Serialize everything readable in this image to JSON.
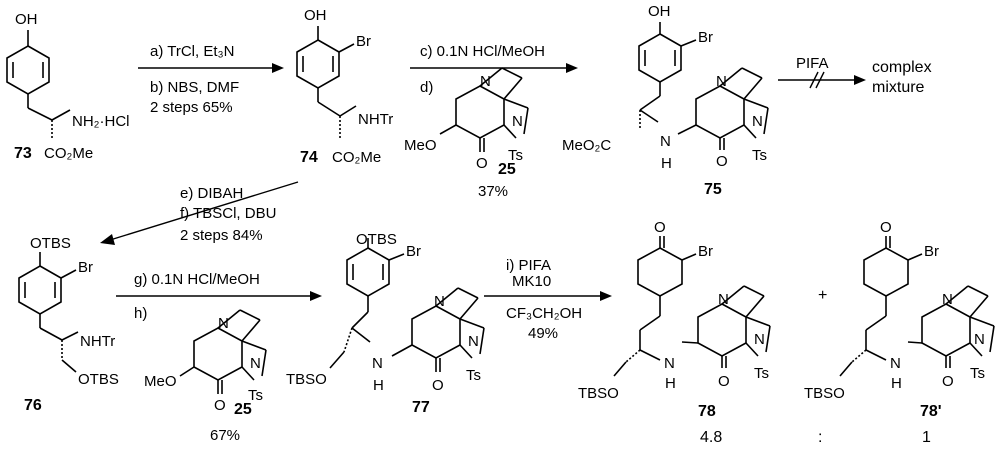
{
  "compounds": {
    "c73": "73",
    "c74": "74",
    "c25a": "25",
    "c75": "75",
    "c76": "76",
    "c77": "77",
    "c25b": "25",
    "c78": "78",
    "c78p": "78'"
  },
  "atoms": {
    "OH": "OH",
    "Br": "Br",
    "NH2HCl": "NH₂·HCl",
    "CO2Me": "CO₂Me",
    "NHTr": "NHTr",
    "N": "N",
    "Ts": "Ts",
    "MeO": "MeO",
    "O": "O",
    "MeO2C": "MeO₂C",
    "H": "H",
    "OTBS": "OTBS",
    "TBSO": "TBSO"
  },
  "conditions": {
    "a": "a) TrCl, Et₃N",
    "b": "b) NBS, DMF",
    "ab_yield": "2 steps 65%",
    "c": "c) 0.1N HCl/MeOH",
    "d": "d)",
    "cd_yield": "37%",
    "pifa": "PIFA",
    "complex1": "complex",
    "complex2": "mixture",
    "e": "e) DIBAH",
    "f": "f) TBSCl, DBU",
    "ef_yield": "2 steps 84%",
    "g": "g) 0.1N HCl/MeOH",
    "h": "h)",
    "gh_yield": "67%",
    "i1": "i) PIFA",
    "i2": "MK10",
    "i3": "CF₃CH₂OH",
    "i_yield": "49%",
    "plus": "+",
    "ratio_a": "4.8",
    "ratio_sep": ":",
    "ratio_b": "1"
  }
}
